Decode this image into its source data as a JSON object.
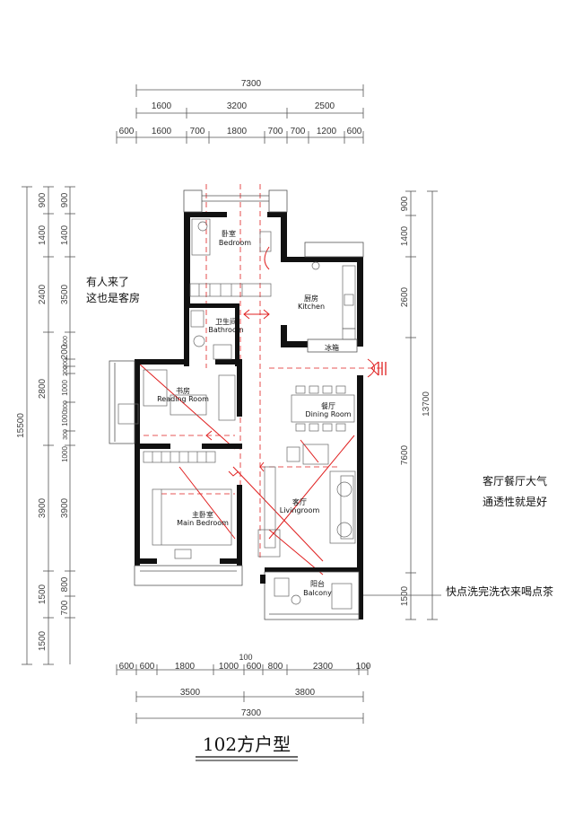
{
  "plan_title": "102方户型",
  "dims_top": {
    "total": "7300",
    "row2": [
      "1600",
      "3200",
      "2500"
    ],
    "row3": [
      "600",
      "1600",
      "700",
      "1800",
      "700",
      "700",
      "1200",
      "600"
    ]
  },
  "dims_bottom": {
    "row1": [
      "600",
      "600",
      "1800",
      "1000",
      "600",
      "800",
      "2300",
      "100"
    ],
    "top_small": "100",
    "row2": [
      "3500",
      "3800"
    ],
    "total": "7300"
  },
  "dims_left": {
    "total": "15500",
    "col2": [
      "900",
      "1400",
      "2400",
      "2800",
      "3900",
      "1500",
      "1500"
    ],
    "col3": [
      "900",
      "1400",
      "3500",
      "200",
      "600",
      "200",
      "200",
      "1000",
      "300",
      "1000",
      "300",
      "1000",
      "3900",
      "800",
      "700"
    ]
  },
  "dims_right": {
    "total": "13700",
    "col": [
      "900",
      "1400",
      "2600",
      "7600",
      "1500"
    ]
  },
  "rooms": {
    "bedroom": {
      "cn": "卧室",
      "en": "Bedroom"
    },
    "kitchen": {
      "cn": "厨房",
      "en": "Kitchen"
    },
    "bathroom": {
      "cn": "卫生间",
      "en": "Bathroom"
    },
    "fridge": "冰箱",
    "reading": {
      "cn": "书房",
      "en": "Reading Room"
    },
    "dining": {
      "cn": "餐厅",
      "en": "Dining Room"
    },
    "living": {
      "cn": "客厅",
      "en": "Livingroom"
    },
    "main_bedroom": {
      "cn": "主卧室",
      "en": "Main Bedroom"
    },
    "balcony": {
      "cn": "阳台",
      "en": "Balcony"
    }
  },
  "notes": {
    "guest_line1": "有人来了",
    "guest_line2": "这也是客房",
    "living_line1": "客厅餐厅大气",
    "living_line2": "通透性就是好",
    "balcony_line": "快点洗完洗衣来喝点茶"
  }
}
